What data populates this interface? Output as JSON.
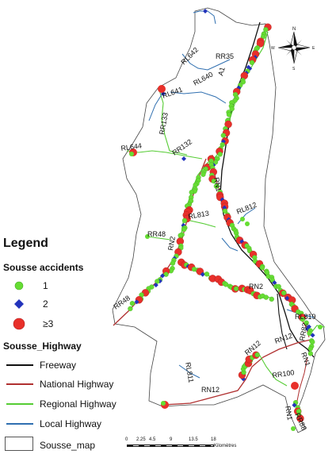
{
  "legend": {
    "title": "Legend",
    "accidents_title": "Sousse accidents",
    "accident_classes": [
      {
        "label": "1",
        "color": "#66dd33"
      },
      {
        "label": "2",
        "color": "#2233bb"
      },
      {
        "label": "≥3",
        "color": "#e8302a"
      }
    ],
    "highway_title": "Sousse_Highway",
    "highway_types": [
      {
        "label": "Freeway",
        "color": "#111111"
      },
      {
        "label": "National Highway",
        "color": "#b03030"
      },
      {
        "label": "Regional Highway",
        "color": "#55cc33"
      },
      {
        "label": "Local Highway",
        "color": "#2f6fb0"
      }
    ],
    "map_label": "Sousse_map"
  },
  "road_labels": [
    "RR35",
    "RL642",
    "A1",
    "RL640",
    "RL641",
    "RR133",
    "RL644",
    "RR132",
    "RN1",
    "RL812",
    "RL813",
    "RR48",
    "RN2",
    "RR48",
    "RN2",
    "RL819",
    "RN12",
    "RN12",
    "RR82",
    "RN1",
    "RL811",
    "RR100",
    "RN12",
    "RN1",
    "RR88"
  ],
  "scale": {
    "ticks": [
      "0",
      "2.25",
      "4.5",
      "9",
      "13.5",
      "18"
    ],
    "unit": "Kilomètres"
  },
  "compass": {
    "n": "N",
    "s": "S",
    "e": "E",
    "w": "W"
  }
}
